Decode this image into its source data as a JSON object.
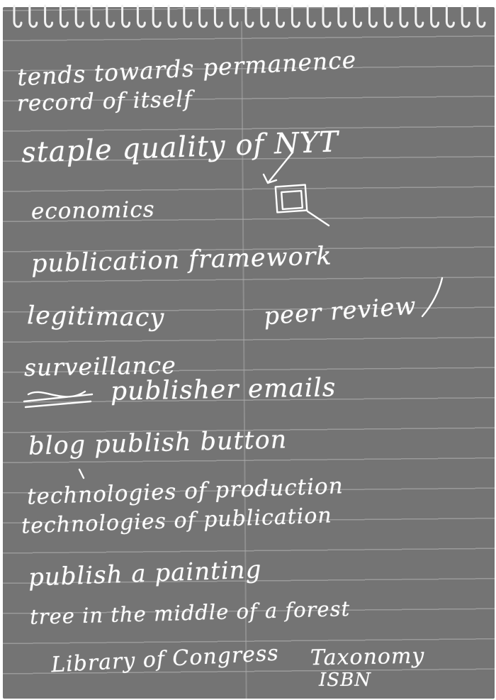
{
  "notes": {
    "lines": [
      "tends towards permanence",
      "record of itself",
      "staple quality of NYT",
      "economics",
      "publication framework",
      "legitimacy",
      "peer review",
      "surveillance",
      "publisher emails",
      "blog publish button",
      "technologies of production",
      "technologies of publication",
      "publish a painting",
      "tree in the middle of a forest",
      "Library of Congress",
      "Taxonomy",
      "ISBN"
    ]
  },
  "colors": {
    "paper": "#747474",
    "ink": "#ffffff",
    "rule": "#b9b9b9"
  }
}
